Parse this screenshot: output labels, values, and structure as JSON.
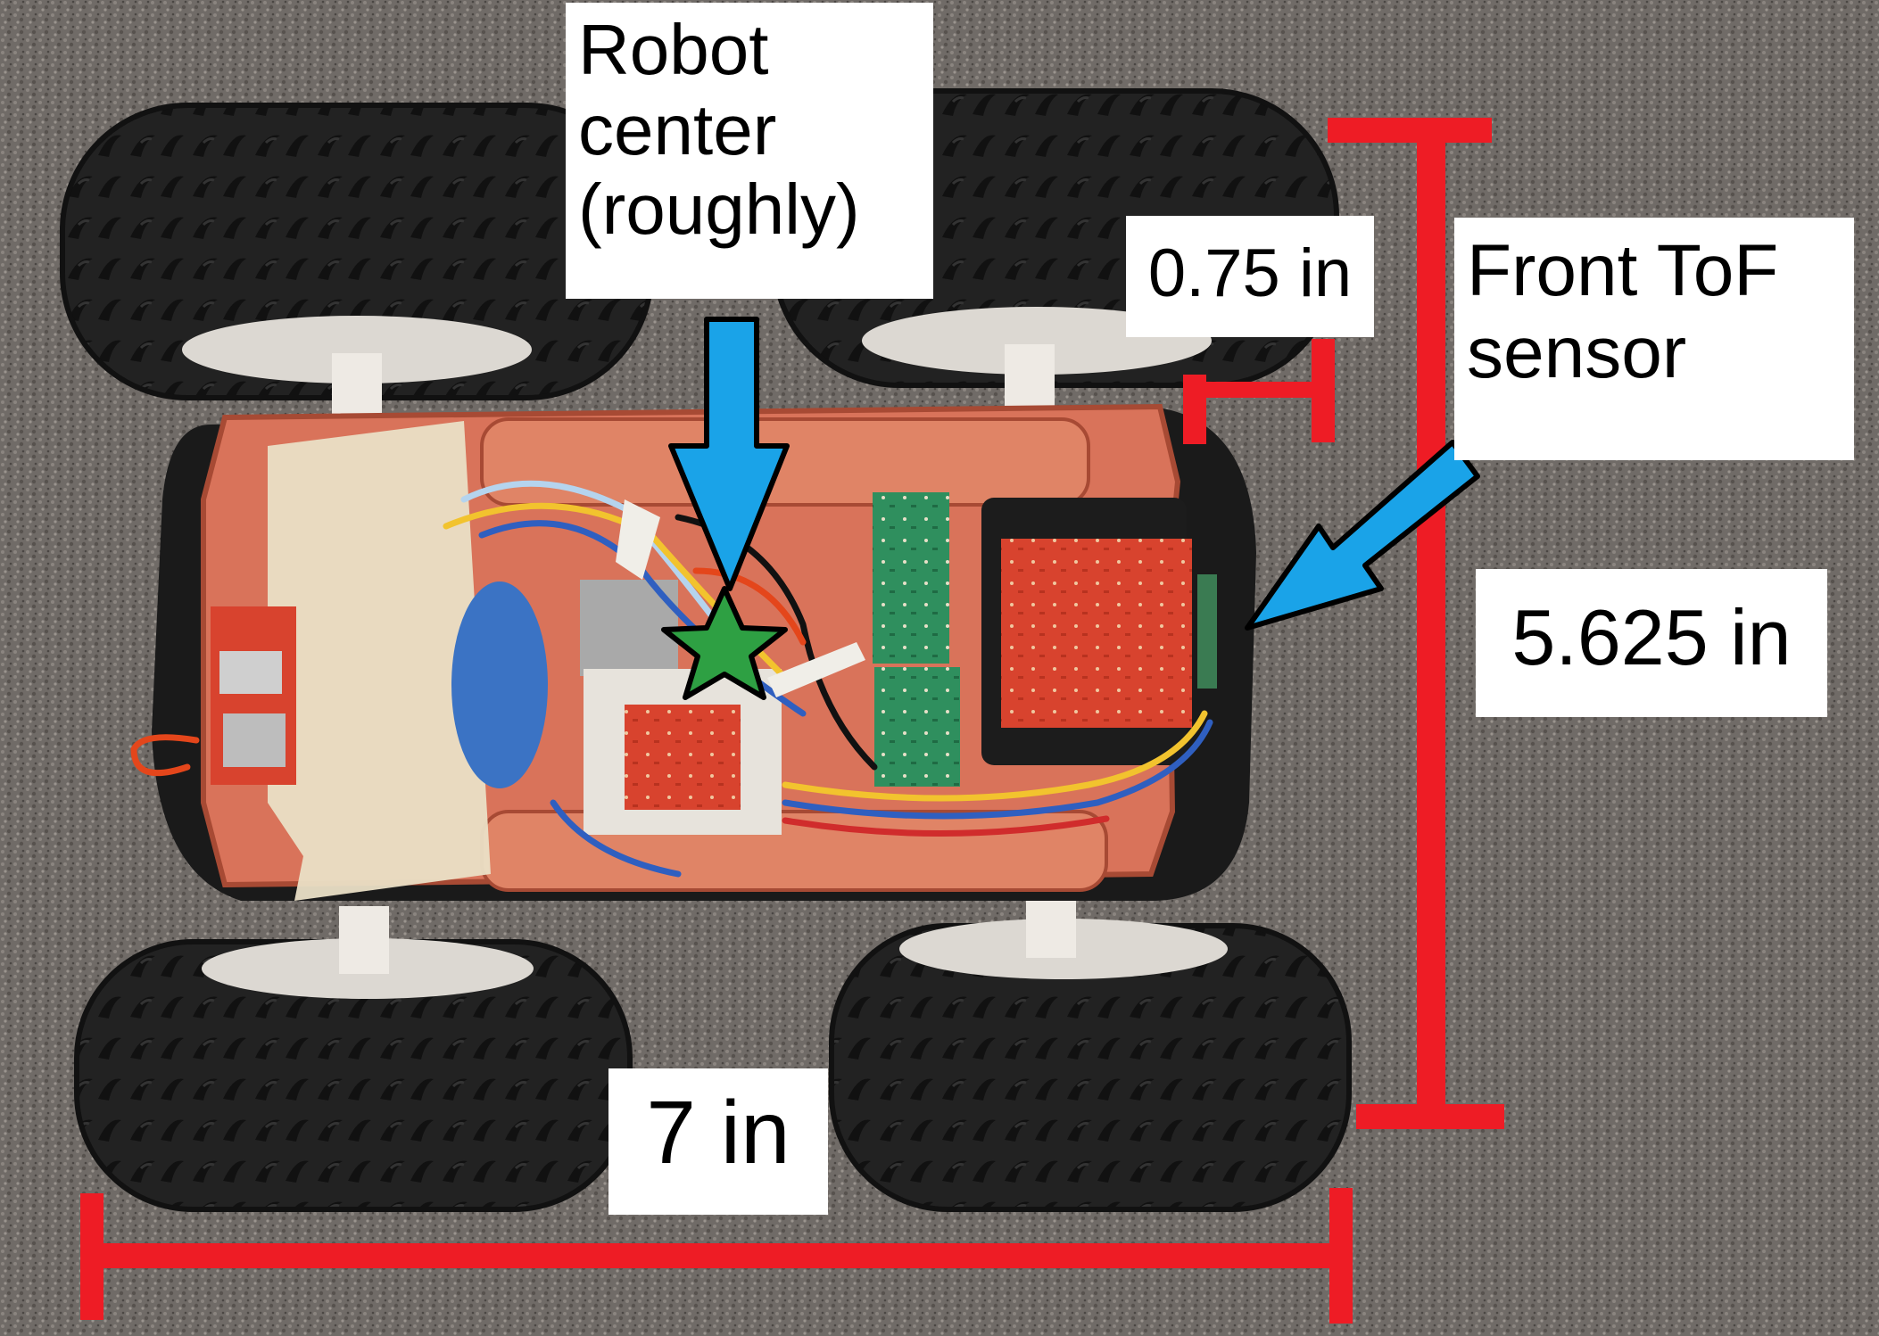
{
  "annotations": {
    "robot_center": {
      "lines": [
        "Robot",
        "center",
        "(roughly)"
      ]
    },
    "front_sensor": {
      "lines": [
        "Front ToF",
        "sensor"
      ]
    },
    "dimensions": {
      "short_offset": "0.75 in",
      "tall_span": "5.625 in",
      "long_span": "7 in"
    }
  },
  "colors": {
    "dimension_line": "#ff1a1a",
    "arrow_fill": "#1aa3e8",
    "center_marker": "#2ea043",
    "chassis": "#d9735a",
    "tire": "#1d1d1d",
    "floor": "#6e6a66"
  },
  "icons": {
    "center_marker": "star-icon",
    "pointer": "arrow-icon"
  }
}
